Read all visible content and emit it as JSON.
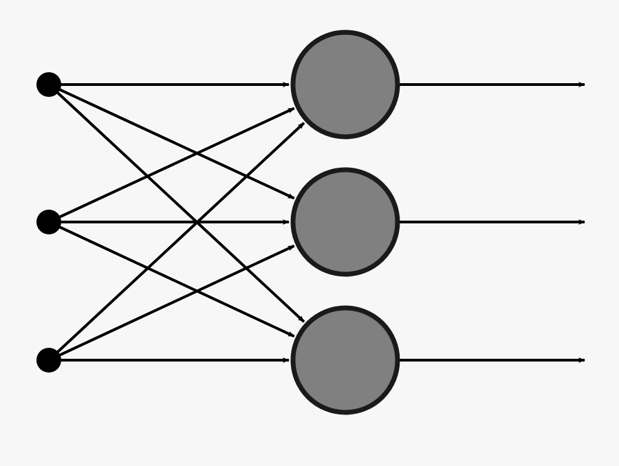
{
  "diagram": {
    "type": "single-layer-perceptron",
    "background": "#f7f7f7",
    "colors": {
      "stroke": "#000000",
      "input_node": "#000000",
      "neuron_fill": "#808080",
      "neuron_stroke": "#1a1a1a"
    },
    "input_nodes": [
      {
        "id": "i1"
      },
      {
        "id": "i2"
      },
      {
        "id": "i3"
      }
    ],
    "neurons": [
      {
        "id": "n1"
      },
      {
        "id": "n2"
      },
      {
        "id": "n3"
      }
    ],
    "connections": [
      {
        "from": "i1",
        "to": "n1"
      },
      {
        "from": "i1",
        "to": "n2"
      },
      {
        "from": "i1",
        "to": "n3"
      },
      {
        "from": "i2",
        "to": "n1"
      },
      {
        "from": "i2",
        "to": "n2"
      },
      {
        "from": "i2",
        "to": "n3"
      },
      {
        "from": "i3",
        "to": "n1"
      },
      {
        "from": "i3",
        "to": "n2"
      },
      {
        "from": "i3",
        "to": "n3"
      }
    ],
    "outputs": [
      {
        "from": "n1"
      },
      {
        "from": "n2"
      },
      {
        "from": "n3"
      }
    ]
  }
}
